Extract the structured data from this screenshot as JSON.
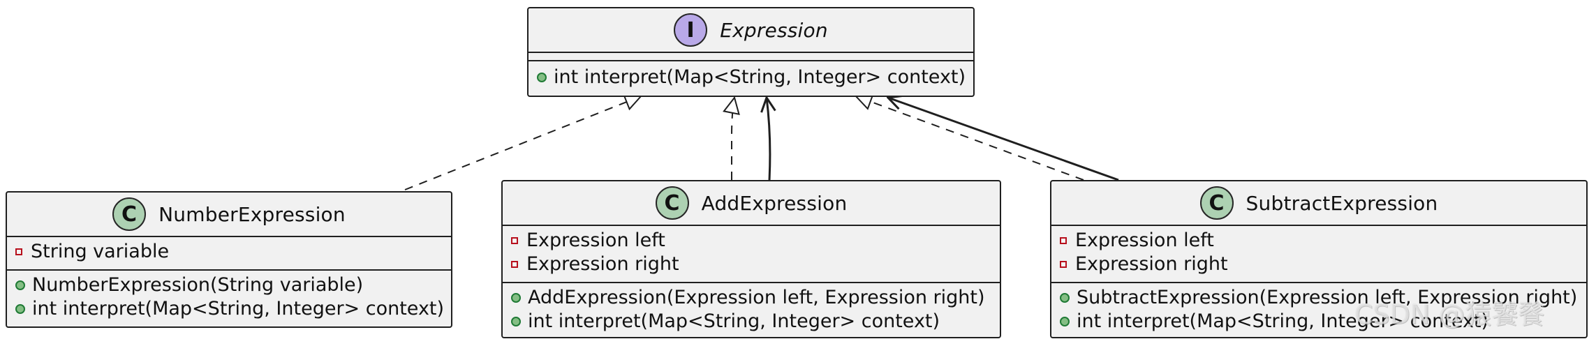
{
  "diagram": {
    "classes": [
      {
        "id": "expression",
        "kind": "interface",
        "badge": "I",
        "name": "Expression",
        "fields": [],
        "methods": [
          "int interpret(Map<String, Integer> context)"
        ]
      },
      {
        "id": "number",
        "kind": "class",
        "badge": "C",
        "name": "NumberExpression",
        "fields": [
          "String variable"
        ],
        "methods": [
          "NumberExpression(String variable)",
          "int interpret(Map<String, Integer> context)"
        ]
      },
      {
        "id": "add",
        "kind": "class",
        "badge": "C",
        "name": "AddExpression",
        "fields": [
          "Expression left",
          "Expression right"
        ],
        "methods": [
          "AddExpression(Expression left, Expression right)",
          "int interpret(Map<String, Integer> context)"
        ]
      },
      {
        "id": "subtract",
        "kind": "class",
        "badge": "C",
        "name": "SubtractExpression",
        "fields": [
          "Expression left",
          "Expression right"
        ],
        "methods": [
          "SubtractExpression(Expression left, Expression right)",
          "int interpret(Map<String, Integer> context)"
        ]
      }
    ],
    "relationships": [
      {
        "from": "number",
        "to": "expression",
        "type": "realization"
      },
      {
        "from": "add",
        "to": "expression",
        "type": "realization"
      },
      {
        "from": "add",
        "to": "expression",
        "type": "association"
      },
      {
        "from": "subtract",
        "to": "expression",
        "type": "realization"
      },
      {
        "from": "subtract",
        "to": "expression",
        "type": "association"
      }
    ],
    "colors": {
      "interface_badge": "#b9a9e8",
      "class_badge": "#add1b2",
      "box_fill": "#f1f1f1",
      "stroke": "#1f1f1f",
      "private_marker": "#b70f1c",
      "public_marker": "#84be84"
    }
  },
  "watermark": {
    "text": "CSDN @猿饕餮"
  }
}
